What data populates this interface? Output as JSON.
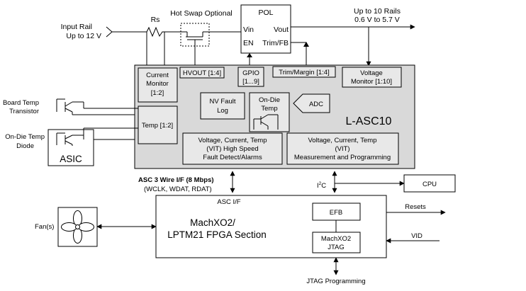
{
  "inputs": {
    "input_rail": [
      "Input Rail",
      "Up to 12 V"
    ],
    "rs": "Rs",
    "hot_swap": "Hot Swap Optional",
    "board_temp": [
      "Board Temp",
      "Transistor"
    ],
    "on_die_temp": [
      "On-Die Temp",
      "Diode"
    ],
    "asic": "ASIC",
    "fans": "Fan(s)"
  },
  "pol": {
    "title": "POL",
    "vin": "Vin",
    "vout": "Vout",
    "en": "EN",
    "trim_fb": "Trim/FB"
  },
  "rails": [
    "Up to 10 Rails",
    "0.6 V to 5.7 V"
  ],
  "l_asc10": {
    "title": "L-ASC10",
    "current_monitor": [
      "Current",
      "Monitor",
      "[1:2]"
    ],
    "hvout": "HVOUT [1:4]",
    "gpio": [
      "GPIO",
      "[1...9]"
    ],
    "trim_margin": "Trim/Margin [1:4]",
    "voltage_monitor": [
      "Voltage",
      "Monitor [1:10]"
    ],
    "temp": "Temp [1:2]",
    "nv_fault_log": [
      "NV Fault",
      "Log"
    ],
    "on_die_temp": [
      "On-Die",
      "Temp"
    ],
    "adc": "ADC",
    "vit_high_speed": [
      "Voltage, Current, Temp",
      "(VIT) High Speed",
      "Fault Detect/Alarms"
    ],
    "vit_measurement": [
      "Voltage, Current, Temp",
      "(VIT)",
      "Measurement and Programming"
    ]
  },
  "interface": {
    "asc3wire": "ASC 3 Wire I/F (8 Mbps)",
    "signals": "(WCLK, WDAT, RDAT)",
    "i2c_base": "I",
    "i2c_sup": "2",
    "i2c_end": "C",
    "cpu": "CPU"
  },
  "fpga": {
    "asc_if": "ASC I/F",
    "title": [
      "MachXO2/",
      "LPTM21 FPGA Section"
    ],
    "efb": "EFB",
    "jtag": [
      "MachXO2",
      "JTAG"
    ],
    "resets": "Resets",
    "vid": "VID",
    "jtag_programming": "JTAG Programming"
  }
}
